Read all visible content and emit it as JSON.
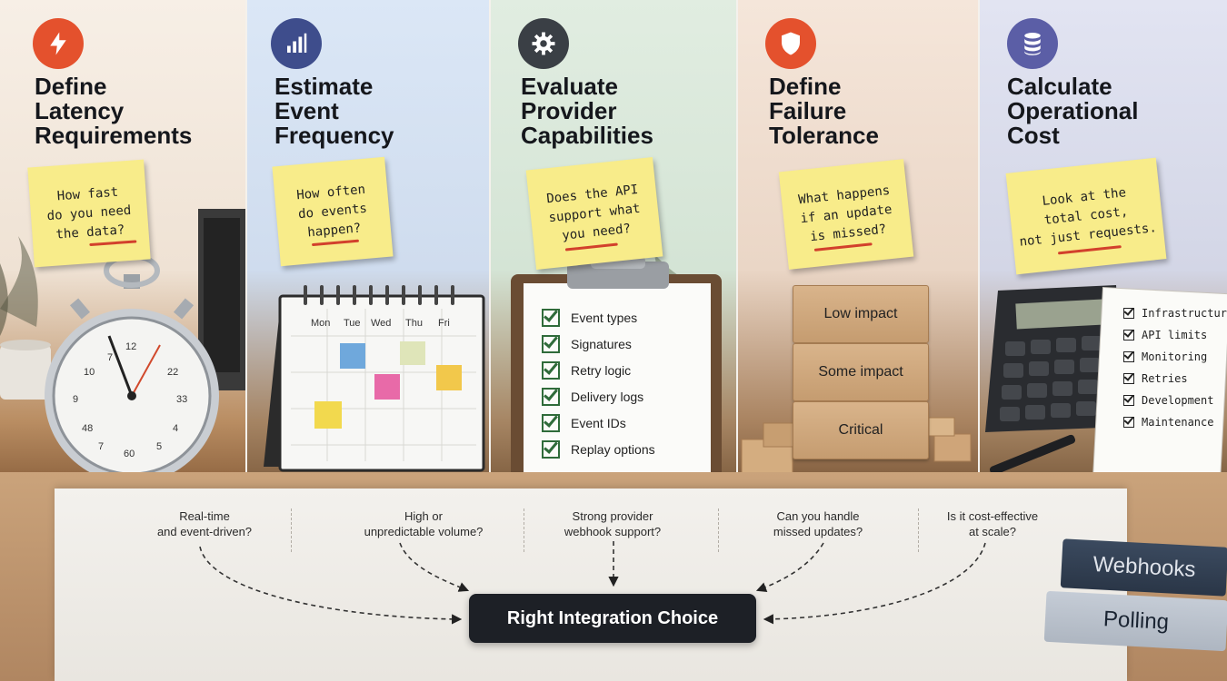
{
  "columns": [
    {
      "title": "Define\nLatency\nRequirements",
      "icon": "lightning-icon",
      "color": "#e4512d",
      "note": "How fast\ndo you need\nthe data?",
      "question": "Real-time\nand event-driven?"
    },
    {
      "title": "Estimate\nEvent\nFrequency",
      "icon": "bar-chart-icon",
      "color": "#3e4d8c",
      "note": "How often\ndo events\nhappen?",
      "question": "High or\nunpredictable volume?"
    },
    {
      "title": "Evaluate\nProvider\nCapabilities",
      "icon": "gear-icon",
      "color": "#3a3f45",
      "note": "Does the API\nsupport what\nyou need?",
      "question": "Strong provider\nwebhook support?"
    },
    {
      "title": "Define\nFailure\nTolerance",
      "icon": "shield-icon",
      "color": "#e4512d",
      "note": "What happens\nif an update\nis missed?",
      "question": "Can you handle\nmissed updates?"
    },
    {
      "title": "Calculate\nOperational\nCost",
      "icon": "database-icon",
      "color": "#5b5ea6",
      "note": "Look at the\ntotal cost,\nnot just requests.",
      "question": "Is it cost-effective\nat scale?"
    }
  ],
  "stopwatch_numbers": [
    "12",
    "7",
    "22",
    "10",
    "33",
    "9",
    "48",
    "4",
    "60",
    "7",
    "5"
  ],
  "calendar_days": [
    "Mon",
    "Tue",
    "Wed",
    "Thu",
    "Fri"
  ],
  "checklist": [
    "Event types",
    "Signatures",
    "Retry logic",
    "Delivery logs",
    "Event IDs",
    "Replay options"
  ],
  "impact_blocks": [
    "Low impact",
    "Some impact",
    "Critical"
  ],
  "cost_items": [
    "Infrastructure",
    "API limits",
    "Monitoring",
    "Retries",
    "Development",
    "Maintenance"
  ],
  "final_choice": "Right Integration Choice",
  "books": [
    "Webhooks",
    "Polling"
  ]
}
